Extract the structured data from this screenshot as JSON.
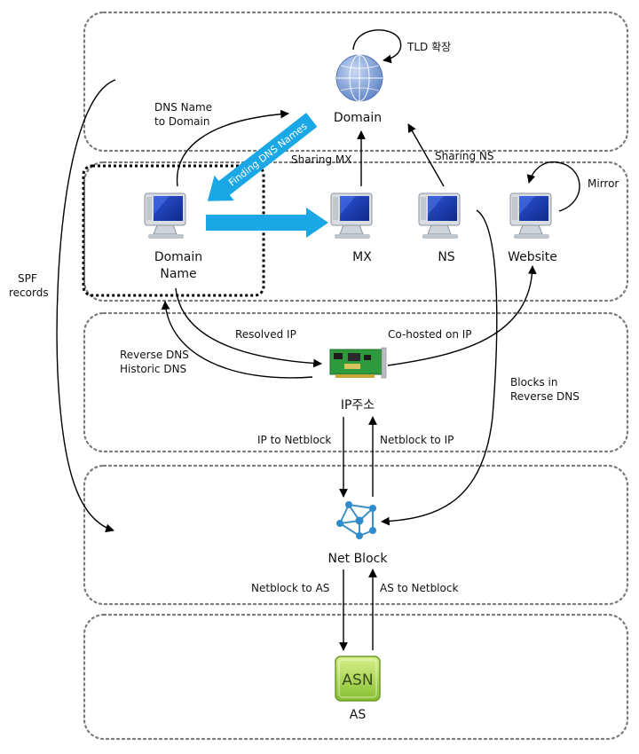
{
  "nodes": {
    "domain": "Domain",
    "domain_name_line1": "Domain",
    "domain_name_line2": "Name",
    "mx": "MX",
    "ns": "NS",
    "website": "Website",
    "ip": "IP주소",
    "netblock": "Net Block",
    "as": "AS",
    "asn_logo": "ASN"
  },
  "edges": {
    "tld": "TLD 확장",
    "dns_name_to_domain_1": "DNS Name",
    "dns_name_to_domain_2": "to Domain",
    "finding_dns_names": "Finding DNS Names",
    "sharing_mx": "Sharing MX",
    "sharing_ns": "Sharing NS",
    "mirror": "Mirror",
    "spf_1": "SPF",
    "spf_2": "records",
    "resolved_ip": "Resolved IP",
    "cohosted_ip": "Co-hosted on IP",
    "reverse_dns_1": "Reverse DNS",
    "reverse_dns_2": "Historic DNS",
    "blocks_rdns_1": "Blocks in",
    "blocks_rdns_2": "Reverse DNS",
    "ip_to_netblock": "IP to Netblock",
    "netblock_to_ip": "Netblock to IP",
    "netblock_to_as": "Netblock to AS",
    "as_to_netblock": "AS to Netblock"
  },
  "colors": {
    "arrow_blue": "#1aa7e6",
    "monitor_blue": "#1f3fb8",
    "globe_blue": "#7ea0d6",
    "board_green": "#2d9a3e",
    "asn_green": "#9fcf4a",
    "band_dash": "#7a7a7a"
  }
}
